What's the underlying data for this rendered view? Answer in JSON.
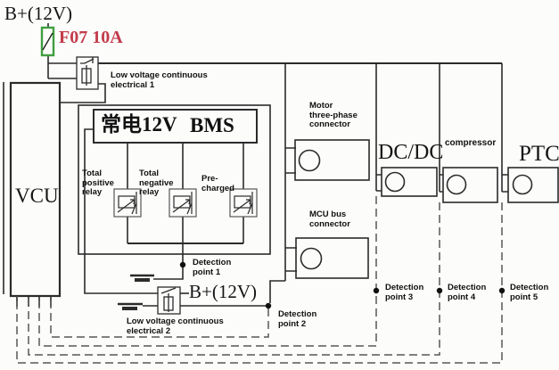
{
  "diagram": {
    "title_hint": "12V low-voltage power distribution wiring diagram",
    "labels": {
      "battery_top": "B+(12V)",
      "fuse": "F07 10A",
      "relay1": "Low voltage continuous\nelectrical 1",
      "bms_power": "常电12V",
      "bms": "BMS",
      "vcu": "VCU",
      "relay_total_positive": "Total\npositive\nrelay",
      "relay_total_negative": "Total\nnegative\nrelay",
      "relay_precharged": "Pre-\ncharged",
      "detection_point_1": "Detection\npoint 1",
      "battery_mid": "B+(12V)",
      "relay2": "Low voltage continuous\nelectrical 2",
      "detection_point_2": "Detection\npoint 2",
      "motor_connector": "Motor\nthree-phase\nconnector",
      "mcu_connector": "MCU bus\nconnector",
      "dcdc": "DC/DC",
      "compressor": "compressor",
      "ptc": "PTC",
      "detection_point_3": "Detection\npoint 3",
      "detection_point_4": "Detection\npoint 4",
      "detection_point_5": "Detection\npoint 5"
    },
    "colors": {
      "wire": "#2b2b2b",
      "dashed_wire": "#565656",
      "fuse_body": "#3f9e3f",
      "fuse_text": "#c23b4b",
      "background": "#fcfcfb",
      "text": "#101010"
    }
  }
}
